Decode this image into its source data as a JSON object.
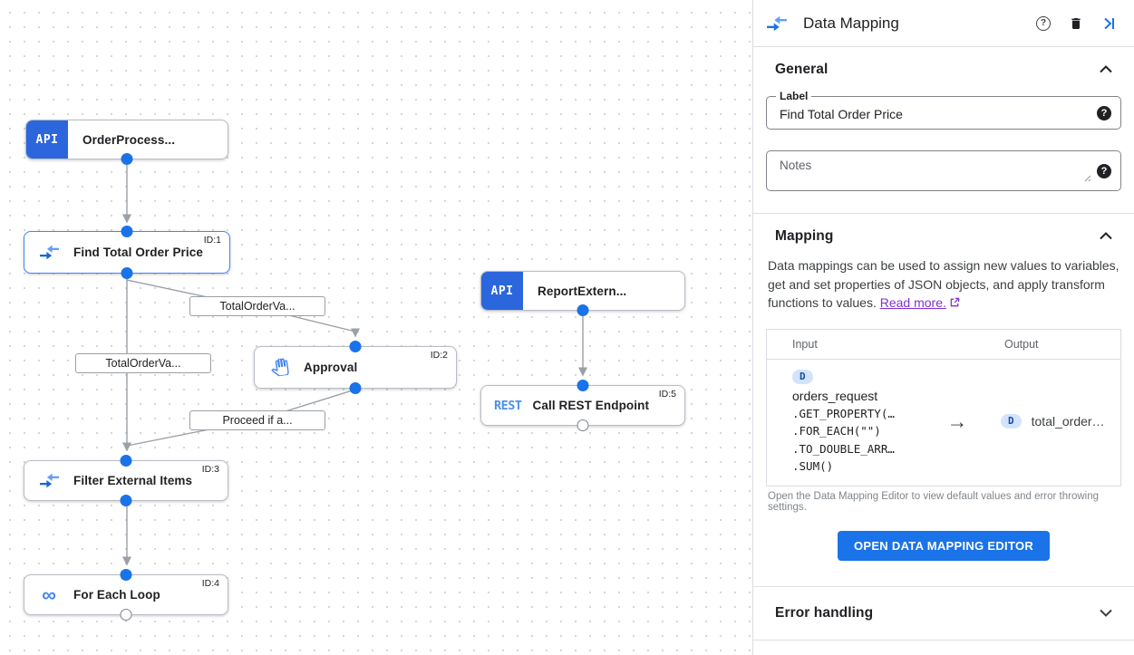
{
  "colors": {
    "accent_blue": "#1a73e8",
    "node_api_badge_blue": "#2b66dd",
    "icon_blue": "#4285f4",
    "link_purple": "#8430ce",
    "edge_gray": "#9aa0a6",
    "badge_bg_blue": "#d2e3fc"
  },
  "icons": {
    "help_glyph": "?",
    "infinity_glyph": "∞",
    "arrow_glyph": "→"
  },
  "canvas": {
    "api_badge": "API",
    "rest_badge": "REST",
    "nodes": [
      {
        "label": "OrderProcess...",
        "id": ""
      },
      {
        "label": "Find Total Order Price",
        "id": "ID:1"
      },
      {
        "label": "ReportExtern...",
        "id": ""
      },
      {
        "label": "Approval",
        "id": "ID:2"
      },
      {
        "label": "Call REST Endpoint",
        "id": "ID:5"
      },
      {
        "label": "Filter External Items",
        "id": "ID:3"
      },
      {
        "label": "For Each Loop",
        "id": "ID:4"
      }
    ],
    "edge_labels": [
      "TotalOrderVa...",
      "TotalOrderVa...",
      "Proceed if a..."
    ]
  },
  "panel": {
    "title": "Data Mapping",
    "sections": {
      "general": {
        "title": "General",
        "label_field": {
          "label": "Label",
          "value": "Find Total Order Price"
        },
        "notes_field": {
          "placeholder": "Notes"
        }
      },
      "mapping": {
        "title": "Mapping",
        "description": "Data mappings can be used to assign new values to variables, get and set properties of JSON objects, and apply transform functions to values.",
        "read_more": "Read more.",
        "table": {
          "input_header": "Input",
          "output_header": "Output",
          "input": {
            "badge": "D",
            "var": "orders_request",
            "functions": [
              ".GET_PROPERTY(…",
              ".FOR_EACH(\"\")",
              ".TO_DOUBLE_ARR…",
              ".SUM()"
            ]
          },
          "output": {
            "badge": "D",
            "var": "total_order…"
          }
        },
        "caption": "Open the Data Mapping Editor to view default values and error throwing settings.",
        "button_label": "OPEN DATA MAPPING EDITOR"
      },
      "error_handling": {
        "title": "Error handling"
      }
    }
  }
}
